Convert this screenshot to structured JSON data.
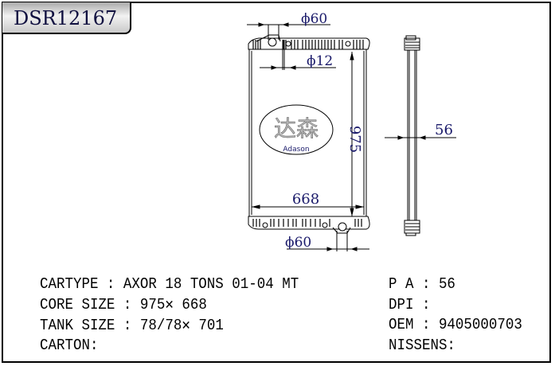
{
  "part_number": "DSR12167",
  "drawing": {
    "top_pipe_dim": "ϕ60",
    "hole_dim": "ϕ12",
    "height_dim": "975",
    "width_dim": "668",
    "bottom_pipe_dim": "ϕ60",
    "thickness_dim": "56",
    "logo_chinese": "达森",
    "logo_brand": "Adason"
  },
  "specs": {
    "cartype": "CARTYPE : AXOR 18 TONS 01-04 MT",
    "core_size": "CORE SIZE : 975✕ 668",
    "tank_size": "TANK SIZE : 78/78✕ 701",
    "carton": "CARTON:",
    "pa": "P A : 56",
    "dpi": "DPI :",
    "oem": "OEM : 9405000703",
    "nissens": "NISSENS:"
  }
}
